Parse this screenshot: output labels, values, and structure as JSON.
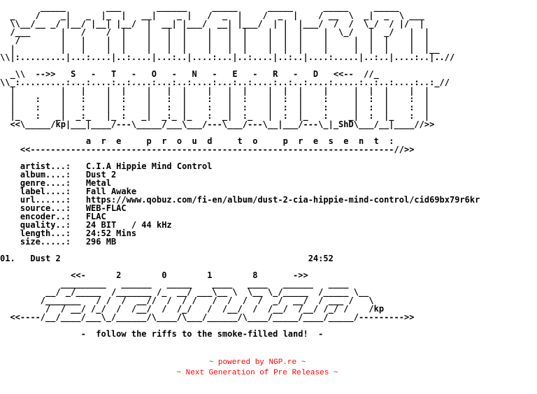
{
  "nfo": {
    "text": "        _____        ___       ______     _____      _____      _____     _____\n  _    /    _|   _  |_  |   __|    _ |   /  _  |    /  _  |    / __  \\  _|  _  \\ ___\n  \\\\__/__ _/ |__/ |__| |__/  |  __| |___/  __| |___/  | |  |___/  /  /  \\_/  / |/  |\n  /___      |   /    /  |    |   |  |    |   |  |    |  |  |    |  \\_/   |  _/   |  |\n   /        |   |    |  |    |   |  |    |   |  |    |  |  |    |     |  |  |    |  |\n  |         |   |    |  |    |   |  |    |   |  |    |  |  |    |     |  |  |    |  |__\n\\\\|:.........|...:....|..:....|...:..|....:...|..:....|..:..|....:.....|..:..|....:..|..//\n\n  _\\\\  -->>   S   -   T   -   O   -   N   -   E   -   R   -   D   <<--  //_\n\\\\_:.........:...:....:..:....:...:..:....:...:..:....:..:..:....:.....:..:..:....:..:_//\n  |         |   |    |  |    |   |  |    |   |  |    |  |  |    |     |  |  |    |  |\n  |    :    |   :    |  :    |   :  |    :   |  :    |  :  |    :     |  :  |    :  |\n  |    :    |   :    |  :    |   :  |    :   |  :    |  :  |    :     |  :  |    :  |\n  |_   :   _|  _:_   |_ :   _|  _:_ |_   :  _|  :_   |  :  |_   :    _|  :  |_   :  |\n  <<\\_____/kp|___|____/---\\_____/___\\___/---\\___/---\\__|___/---\\_|_ShD\\___/__|____//>>\n\n                 a  r  e     p  r  o  u  d     t  o     p  r  e  s  e  n  t  :\n    <<------------------------------------------------------------------------//>>\n\n    artist...:   C.I.A Hippie Mind Control\n    album....:   Dust 2\n    genre....:   Metal\n    label....:   Fall Awake\n    url......:   https://www.qobuz.com/fi-en/album/dust-2-cia-hippie-mind-control/cid69bx79r6kr\n    source...:   WEB-FLAC\n    encoder..:   FLAC\n    quality..:   24 BIT   / 44 kHz\n    length...:   24:52 Mins\n    size.....:   296 MB\n\n01.   Dust 2                                                 24:52\n\n              <<-      2        0        1        8       ->>\n            _________   ______   _____    ____   ____   ______   ____\n         __/ _/_____  /_______ /_  __/ ___\\__ \\  \\__ \\_/_____  /_____ \\__\n        /_______   / /  /  __//  /  / /   /  /  /  /  _/  __/  / ___ /   \\\n         /  / __/ /_/  /  /__/  /  /_/   /  /__/  /  /__/  /__/ /_/ /    /kp\n  <<----/__/____/___\\_/______/\\____/\\___/______/\\____/_____/____/_____/--------->>\n\n                -  follow the riffs to the smoke-filled land!  -"
  },
  "footer": {
    "line1": "~ powered by NGP.re ~",
    "line2": "~ Next Generation of Pre Releases ~"
  }
}
